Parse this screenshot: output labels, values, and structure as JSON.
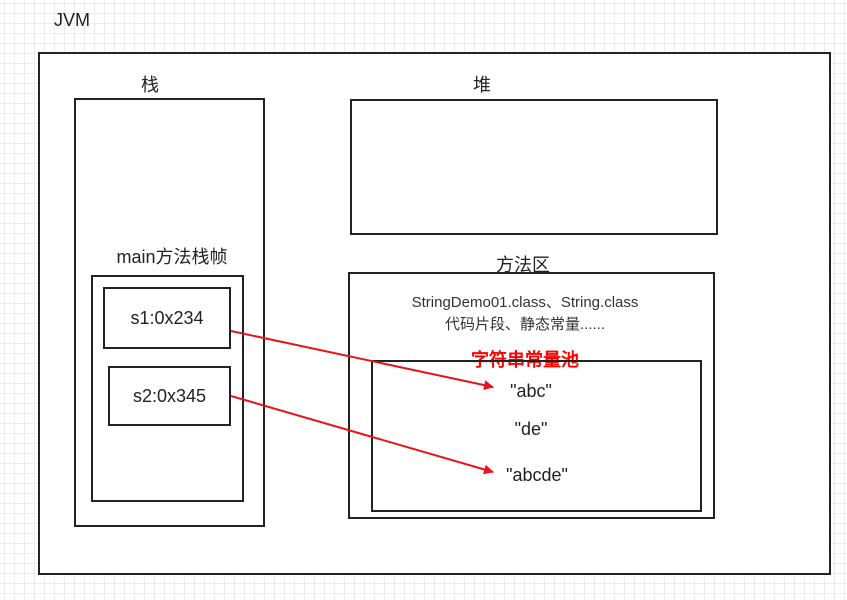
{
  "jvm_label": "JVM",
  "stack": {
    "title": "栈",
    "frame_title": "main方法栈帧",
    "vars": [
      {
        "text": "s1:0x234"
      },
      {
        "text": "s2:0x345"
      }
    ]
  },
  "heap": {
    "title": "堆"
  },
  "method_area": {
    "title": "方法区",
    "line1": "StringDemo01.class、String.class",
    "line2": "代码片段、静态常量......",
    "pool": {
      "title": "字符串常量池",
      "title_color": "#ff0000",
      "items": [
        "\"abc\"",
        "\"de\"",
        "\"abcde\""
      ]
    }
  },
  "arrow_color": "#e8141a"
}
